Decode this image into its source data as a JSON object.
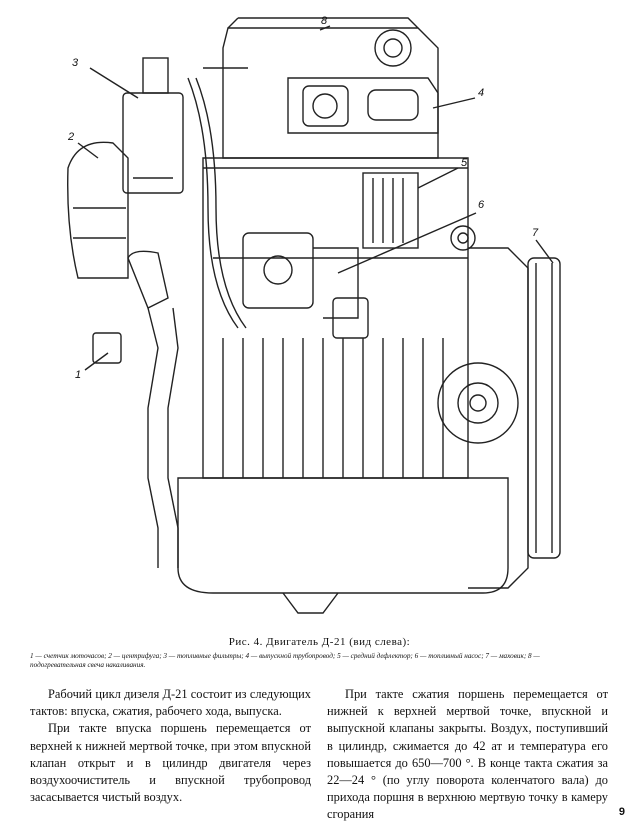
{
  "figure": {
    "callouts": [
      "1",
      "2",
      "3",
      "4",
      "5",
      "6",
      "7",
      "8"
    ]
  },
  "caption": {
    "title": "Рис. 4. Двигатель Д-21 (вид слева):",
    "legend": "1 — счетчик моточасов; 2 — центрифуга; 3 — топливные фильтры; 4 — выпускной трубопровод; 5 — средний дефлектор; 6 — топливный насос; 7 — маховик; 8 — подогревательная свеча накаливания."
  },
  "text": {
    "left_col": [
      "Рабочий цикл дизеля Д-21 состоит из следующих тактов: впуска, сжатия, рабочего хода, выпуска.",
      "При такте впуска поршень перемещается от верхней к нижней мертвой точке, при этом впускной клапан открыт и в цилиндр двигателя через воздухоочиститель и впускной трубопровод засасывается чистый воздух."
    ],
    "right_col": [
      "При такте сжатия поршень перемещается от нижней к верхней мертвой точке, впускной и выпускной клапаны закрыты. Воздух, поступивший в цилиндр, сжимается до 42 ат и температура его повышается до 650—700 °. В конце такта сжатия за 22—24 ° (по углу поворота коленчатого вала) до прихода поршня в верхнюю мертвую точку в камеру сгорания"
    ]
  },
  "page_number": "9"
}
